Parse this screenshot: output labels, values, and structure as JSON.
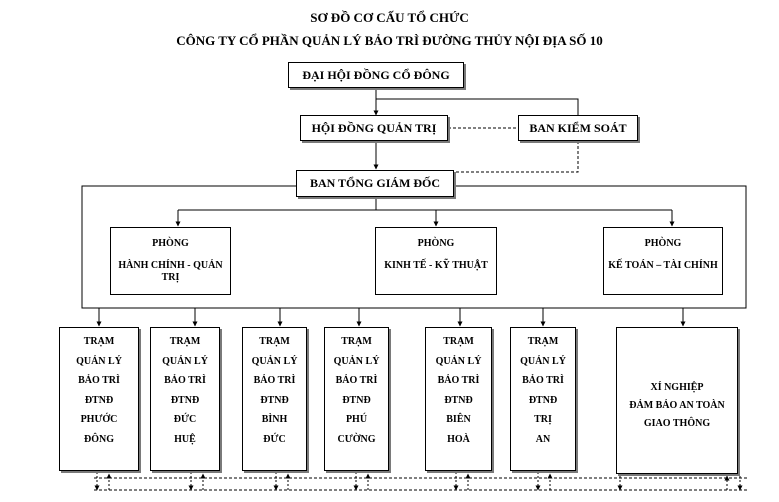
{
  "title_line1": "SƠ ĐỒ CƠ CẤU  TỔ CHỨC",
  "title_line2": "CÔNG  TY CỔ PHẦN  QUẢN LÝ BẢO TRÌ ĐƯỜNG  THỦY NỘI ĐỊA SỐ 10",
  "top": {
    "shareholders": "ĐẠI HỘI ĐỒNG CỔ ĐÔNG",
    "board": "HỘI ĐỒNG QUẢN TRỊ",
    "supervisory": "BAN KIỂM SOÁT",
    "ceo": "BAN TỔNG GIÁM ĐỐC"
  },
  "departments": [
    {
      "line1": "PHÒNG",
      "line2": "HÀNH CHÍNH - QUẢN TRỊ"
    },
    {
      "line1": "PHÒNG",
      "line2": "KINH TẾ - KỸ  THUẬT"
    },
    {
      "line1": "PHÒNG",
      "line2": "KẾ TOÁN – TÀI CHÍNH"
    }
  ],
  "stations": [
    {
      "lines": [
        "TRẠM",
        "QUẢN LÝ",
        "BẢO TRÌ",
        "ĐTNĐ",
        "PHƯỚC",
        "ĐÔNG"
      ]
    },
    {
      "lines": [
        "TRẠM",
        "QUẢN LÝ",
        "BẢO TRÌ",
        "ĐTNĐ",
        "ĐỨC",
        "HUỆ"
      ]
    },
    {
      "lines": [
        "TRẠM",
        "QUẢN LÝ",
        "BẢO TRÌ",
        "ĐTNĐ",
        "BÌNH",
        "ĐỨC"
      ]
    },
    {
      "lines": [
        "TRẠM",
        "QUẢN LÝ",
        "BẢO TRÌ",
        "ĐTNĐ",
        "PHÚ",
        "CƯỜNG"
      ]
    },
    {
      "lines": [
        "TRẠM",
        "QUẢN LÝ",
        "BẢO TRÌ",
        "ĐTNĐ",
        "BIÊN",
        "HOÀ"
      ]
    },
    {
      "lines": [
        "TRẠM",
        "QUẢN LÝ",
        "BẢO TRÌ",
        "ĐTNĐ",
        "TRỊ",
        "AN"
      ]
    }
  ],
  "enterprise": {
    "lines": [
      "XÍ NGHIỆP",
      "ĐẢM BẢO AN TOÀN",
      "GIAO THÔNG"
    ]
  }
}
